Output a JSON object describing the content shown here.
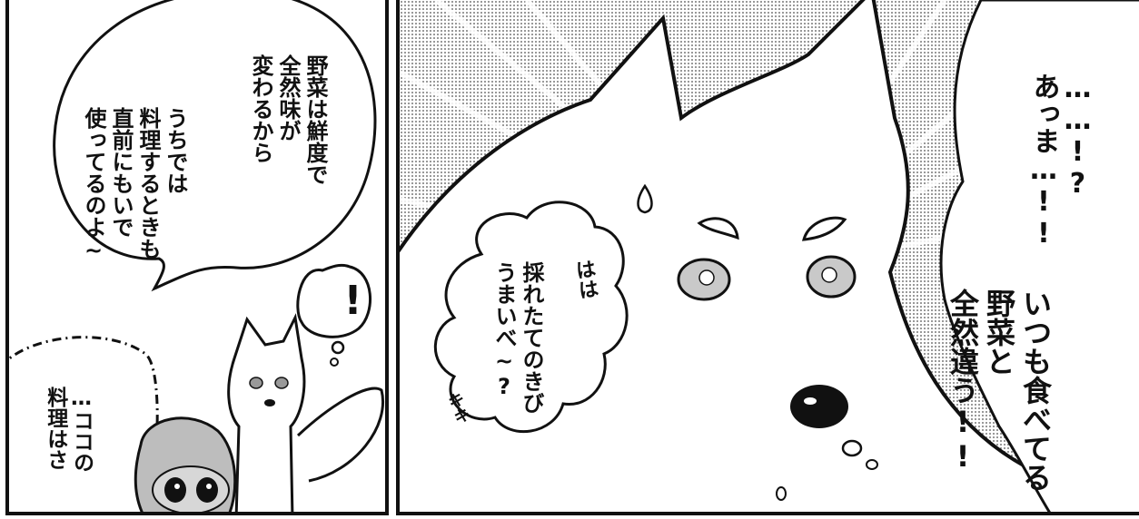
{
  "panels": {
    "left": {
      "bubble_top": {
        "lines": [
          "野菜は鮮度で",
          "全然味が",
          "変わるから"
        ],
        "lines2": [
          "うちでは",
          "料理するときも",
          "直前にもいで",
          "使ってるのよ~"
        ]
      },
      "thought_exclaim": "!",
      "bubble_bottom": {
        "lines": [
          "…ココの",
          "料理はさ"
        ]
      }
    },
    "right": {
      "exclaim_lines": [
        "……!?",
        "あっま…!!"
      ],
      "cloud_lines": [
        "採れたてのきび",
        "うまいべ~?"
      ],
      "laugh_sfx": "はは",
      "small_sfx": "キキ",
      "right_text_lines": [
        "いつも食べてる",
        "野菜と",
        "全然違う!!"
      ]
    }
  }
}
